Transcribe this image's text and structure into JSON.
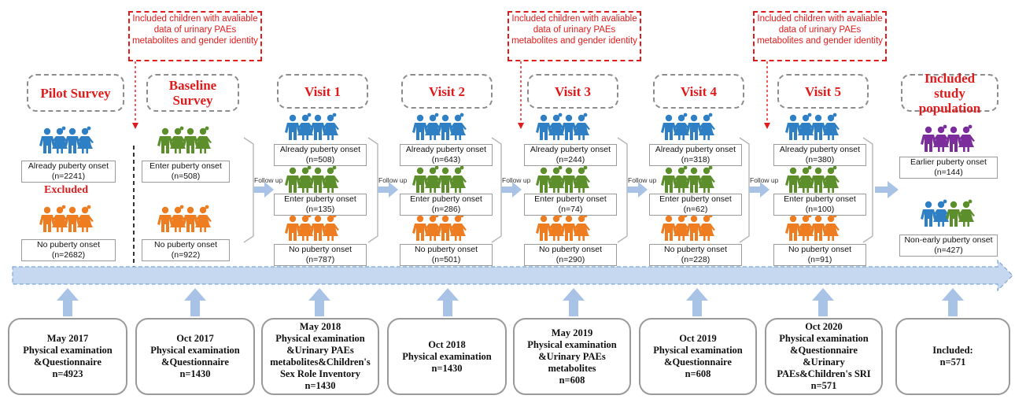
{
  "notes": [
    "Included children with avaliable data of urinary PAEs metabolites and gender identity",
    "Included children with avaliable data of urinary PAEs metabolites and gender identity",
    "Included children with avaliable data of urinary PAEs metabolites and gender identity"
  ],
  "titles": {
    "pilot": "Pilot Survey",
    "baseline": "Baseline Survey",
    "v1": "Visit 1",
    "v2": "Visit 2",
    "v3": "Visit 3",
    "v4": "Visit 4",
    "v5": "Visit 5",
    "included": "Included study population"
  },
  "excluded": "Excluded",
  "follow_up": "Follow up",
  "groups": {
    "pilot_already": {
      "label": "Already puberty onset",
      "n": "(n=2241)"
    },
    "pilot_no": {
      "label": "No puberty onset",
      "n": "(n=2682)"
    },
    "base_enter": {
      "label": "Enter puberty onset",
      "n": "(n=508)"
    },
    "base_no": {
      "label": "No puberty onset",
      "n": "(n=922)"
    },
    "v1_already": {
      "label": "Already puberty onset",
      "n": "(n=508)"
    },
    "v1_enter": {
      "label": "Enter puberty onset",
      "n": "(n=135)"
    },
    "v1_no": {
      "label": "No puberty onset",
      "n": "(n=787)"
    },
    "v2_already": {
      "label": "Already puberty onset",
      "n": "(n=643)"
    },
    "v2_enter": {
      "label": "Enter puberty onset",
      "n": "(n=286)"
    },
    "v2_no": {
      "label": "No puberty onset",
      "n": "(n=501)"
    },
    "v3_already": {
      "label": "Already puberty onset",
      "n": "(n=244)"
    },
    "v3_enter": {
      "label": "Enter puberty onset",
      "n": "(n=74)"
    },
    "v3_no": {
      "label": "No puberty onset",
      "n": "(n=290)"
    },
    "v4_already": {
      "label": "Already puberty onset",
      "n": "(n=318)"
    },
    "v4_enter": {
      "label": "Enter puberty onset",
      "n": "(n=62)"
    },
    "v4_no": {
      "label": "No puberty onset",
      "n": "(n=228)"
    },
    "v5_already": {
      "label": "Already puberty onset",
      "n": "(n=380)"
    },
    "v5_enter": {
      "label": "Enter puberty onset",
      "n": "(n=100)"
    },
    "v5_no": {
      "label": "No puberty onset",
      "n": "(n=91)"
    },
    "inc_earlier": {
      "label": "Earlier puberty onset",
      "n": "(n=144)"
    },
    "inc_non": {
      "label": "Non-early puberty onset",
      "n": "(n=427)"
    }
  },
  "bottom": [
    [
      "May 2017",
      "Physical examination",
      "&Questionnaire",
      "n=4923"
    ],
    [
      "Oct 2017",
      "Physical examination",
      "&Questionnaire",
      "n=1430"
    ],
    [
      "May 2018",
      "Physical examination",
      "&Urinary PAEs",
      "metabolites&Children's",
      "Sex Role Inventory",
      "n=1430"
    ],
    [
      "Oct 2018",
      "Physical examination",
      "n=1430"
    ],
    [
      "May 2019",
      "Physical examination",
      "&Urinary PAEs",
      "metabolites",
      "n=608"
    ],
    [
      "Oct 2019",
      "Physical examination",
      "&Questionnaire",
      "n=608"
    ],
    [
      "Oct 2020",
      "Physical examination",
      "&Questionnaire",
      "&Urinary",
      "PAEs&Children's SRI",
      "n=571"
    ],
    [
      "Included:",
      "n=571"
    ]
  ],
  "colors": {
    "blue": "#2e7fc4",
    "green": "#5c8f2b",
    "orange": "#ee7d22",
    "purple": "#7b2d9c",
    "red": "#e01b1b",
    "timeline": "#c5d8f0",
    "arrow": "#a9c3e6"
  },
  "icons": [
    "child-figure-icon",
    "follow-up-arrow-icon",
    "timeline-arrow-icon",
    "up-arrow-icon"
  ]
}
